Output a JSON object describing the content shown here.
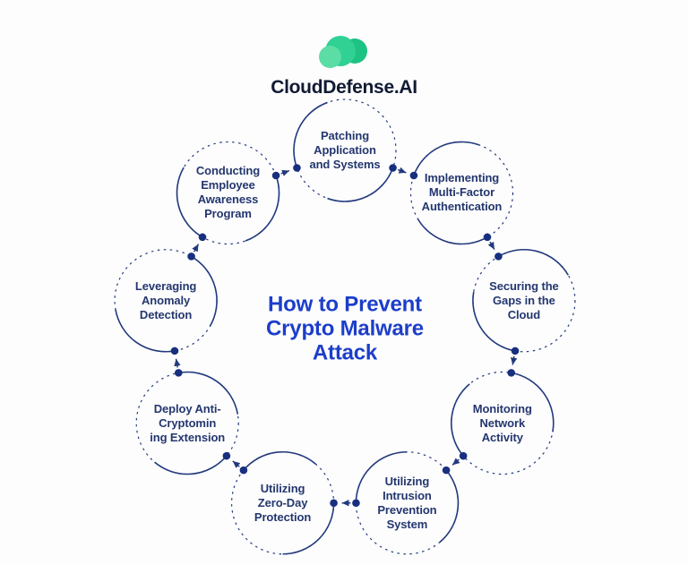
{
  "logo": {
    "text": "CloudDefense.AI",
    "icon": "cloud-icon",
    "colors": {
      "cloud_main": "#31d194",
      "cloud_light": "#5cdda6",
      "cloud_dark": "#1ec283",
      "wordmark": "#111a33"
    }
  },
  "title": {
    "text": "How to Prevent Crypto Malware Attack",
    "lines": [
      "How to Prevent",
      "Crypto Malware",
      "Attack"
    ],
    "color": "#1c3ec9"
  },
  "diagram": {
    "type": "cycle",
    "direction": "clockwise",
    "start": "top",
    "colors": {
      "stroke": "#223a7c",
      "dot": "#172f7e",
      "arrow": "#223a7c",
      "text": "#24376e"
    },
    "nodes": [
      {
        "label": "Patching Application and Systems",
        "lines": [
          "Patching",
          "Application",
          "and Systems"
        ]
      },
      {
        "label": "Implementing Multi-Factor Authentication",
        "lines": [
          "Implementing",
          "Multi-Factor",
          "Authentication"
        ]
      },
      {
        "label": "Securing the Gaps in the Cloud",
        "lines": [
          "Securing the",
          "Gaps in the",
          "Cloud"
        ]
      },
      {
        "label": "Monitoring Network Activity",
        "lines": [
          "Monitoring",
          "Network",
          "Activity"
        ]
      },
      {
        "label": "Utilizing Intrusion Prevention System",
        "lines": [
          "Utilizing",
          "Intrusion",
          "Prevention",
          "System"
        ]
      },
      {
        "label": "Utilizing Zero-Day Protection",
        "lines": [
          "Utilizing",
          "Zero-Day",
          "Protection"
        ]
      },
      {
        "label": "Deploy Anti-Cryptomining Extension",
        "lines": [
          "Deploy Anti-",
          "Cryptomin",
          "ing Extension"
        ]
      },
      {
        "label": "Leveraging Anomaly Detection",
        "lines": [
          "Leveraging",
          "Anomaly",
          "Detection"
        ]
      },
      {
        "label": "Conducting Employee Awareness Program",
        "lines": [
          "Conducting",
          "Employee",
          "Awareness",
          "Program"
        ]
      }
    ]
  }
}
